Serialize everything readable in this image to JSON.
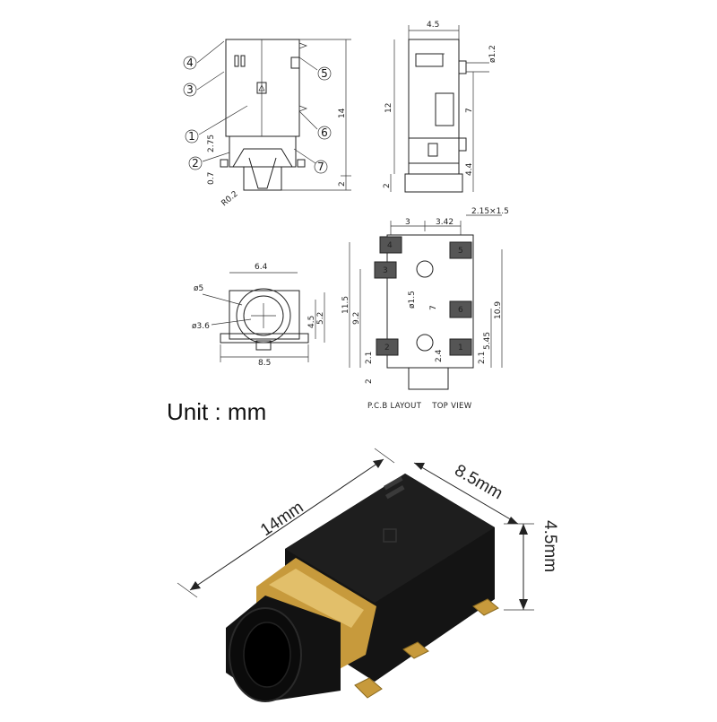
{
  "unit_label": "Unit : mm",
  "pcb_caption": "P.C.B LAYOUT    TOP VIEW",
  "side_view": {
    "labels": [
      "4",
      "3",
      "1",
      "2",
      "5",
      "6",
      "7"
    ],
    "dims": {
      "height_total": "14",
      "bottom": "2",
      "w_275": "2.75",
      "w_07": "0.7",
      "radius": "R0.2"
    }
  },
  "front_view": {
    "dims": {
      "top": "4.5",
      "pin": "ø1.2",
      "height": "12",
      "mid": "7",
      "low": "4.4",
      "bottom": "2"
    }
  },
  "end_view": {
    "dims": {
      "top": "6.4",
      "d5": "ø5",
      "d36": "ø3.6",
      "h45": "4.5",
      "h52": "5.2",
      "width": "8.5"
    }
  },
  "pcb_view": {
    "dims": {
      "d3": "3",
      "d342": "3.42",
      "pad": "2.15×1.5",
      "h115": "11.5",
      "h92": "9.2",
      "h7": "7",
      "h109": "10.9",
      "h545": "5.45",
      "h21a": "2.1",
      "h24": "2.4",
      "h21b": "2.1",
      "h2": "2",
      "d15": "ø1.5"
    },
    "pad_numbers": [
      "4",
      "3",
      "5",
      "6",
      "2",
      "1"
    ]
  },
  "photo": {
    "length": "14mm",
    "width": "8.5mm",
    "height": "4.5mm",
    "colors": {
      "body": "#141414",
      "gold": "#c79a3c",
      "gold_light": "#e2bf6a"
    }
  }
}
